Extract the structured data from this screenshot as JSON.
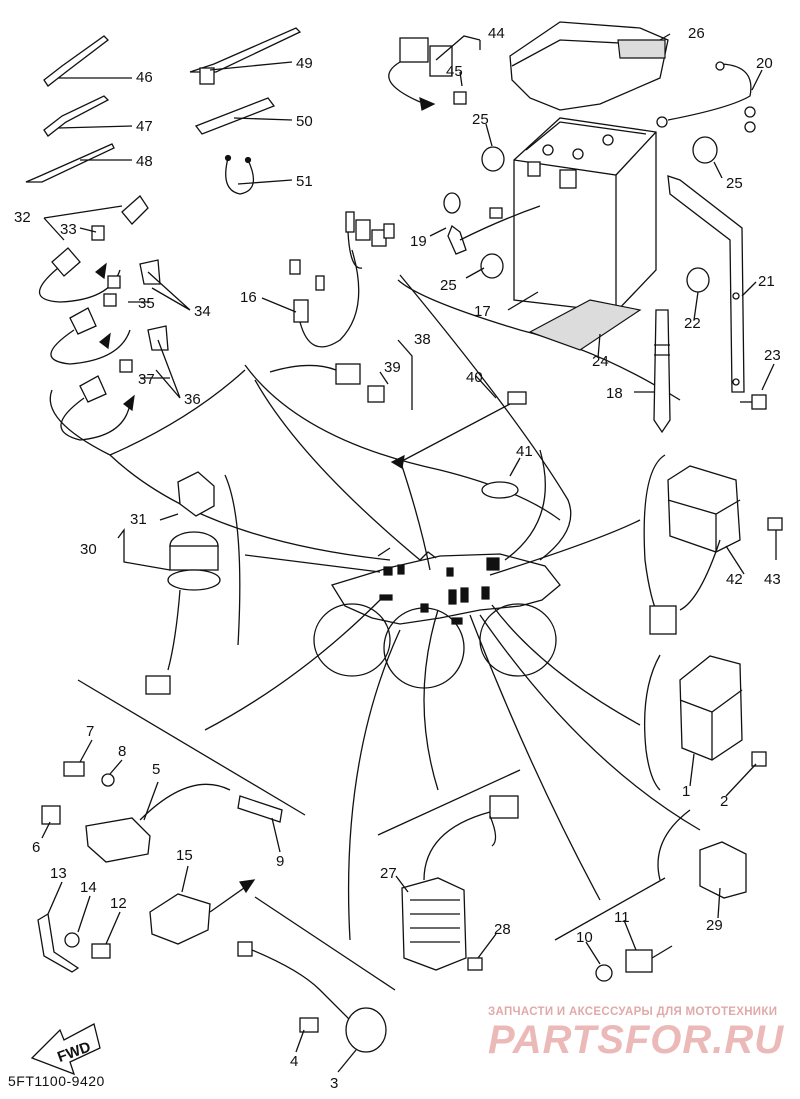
{
  "diagram": {
    "part_labels": {
      "p1": "1",
      "p2": "2",
      "p3": "3",
      "p4": "4",
      "p5": "5",
      "p6": "6",
      "p7": "7",
      "p8": "8",
      "p9": "9",
      "p10": "10",
      "p11": "11",
      "p12": "12",
      "p13": "13",
      "p14": "14",
      "p15": "15",
      "p16": "16",
      "p17": "17",
      "p18": "18",
      "p19": "19",
      "p20": "20",
      "p21": "21",
      "p22": "22",
      "p23": "23",
      "p24": "24",
      "p25a": "25",
      "p25b": "25",
      "p25c": "25",
      "p26": "26",
      "p27": "27",
      "p28": "28",
      "p29": "29",
      "p30": "30",
      "p31": "31",
      "p32": "32",
      "p33": "33",
      "p34": "34",
      "p35": "35",
      "p36": "36",
      "p37": "37",
      "p38": "38",
      "p39": "39",
      "p40": "40",
      "p41": "41",
      "p42": "42",
      "p43": "43",
      "p44": "44",
      "p45": "45",
      "p46": "46",
      "p47": "47",
      "p48": "48",
      "p49": "49",
      "p50": "50",
      "p51": "51"
    },
    "fwd_label": "FWD",
    "diagram_code": "5FT1100-9420"
  },
  "watermark": {
    "tagline": "ЗАПЧАСТИ И АКСЕССУАРЫ ДЛЯ МОТОТЕХНИКИ",
    "logo": "PARTSFOR.RU"
  },
  "colors": {
    "ink": "#111111",
    "watermark": "#e2a9a9",
    "background": "#ffffff"
  }
}
